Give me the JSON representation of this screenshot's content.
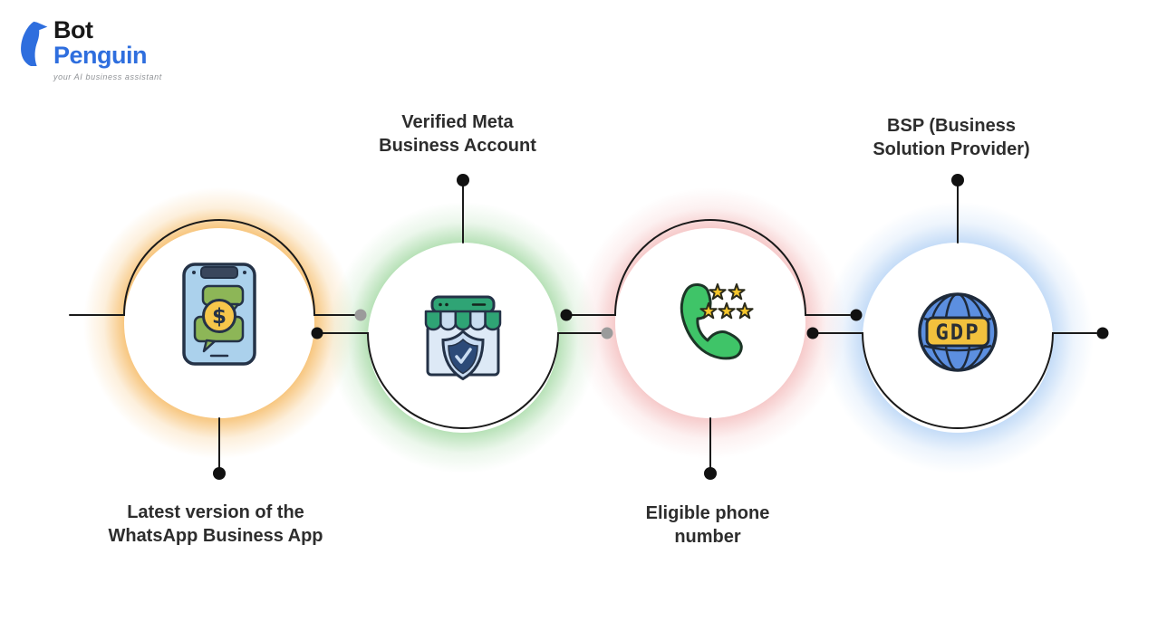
{
  "logo": {
    "brand_top": "Bot",
    "brand_bottom": "Penguin",
    "tagline": "your AI business assistant",
    "brand_color": "#2e6ede"
  },
  "steps": [
    {
      "label_lines": [
        "Latest version of the",
        "WhatsApp Business App"
      ],
      "icon": "whatsapp-business-app-phone-icon",
      "glow_color": "#f3a83b",
      "label_position": "below"
    },
    {
      "label_lines": [
        "Verified Meta",
        "Business Account"
      ],
      "icon": "verified-meta-store-shield-icon",
      "glow_color": "#7dc97d",
      "label_position": "above"
    },
    {
      "label_lines": [
        "Eligible phone",
        "number"
      ],
      "icon": "eligible-phone-handset-stars-icon",
      "glow_color": "#efa0a0",
      "label_position": "below"
    },
    {
      "label_lines": [
        "BSP (Business",
        "Solution Provider)"
      ],
      "icon": "bsp-globe-gdp-icon",
      "glow_color": "#9ec5f2",
      "label_position": "above"
    }
  ],
  "icon_texts": {
    "coin_symbol": "$",
    "globe_badge": "GDP"
  }
}
